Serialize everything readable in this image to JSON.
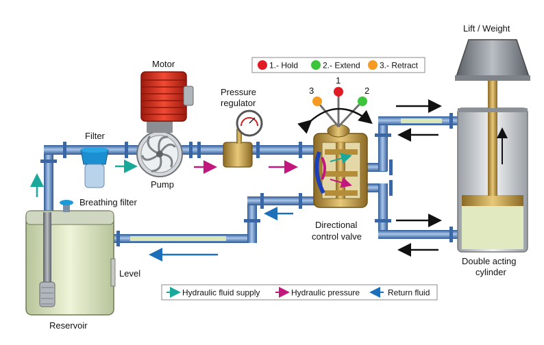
{
  "labels": {
    "motor": "Motor",
    "pressure_regulator_1": "Pressure",
    "pressure_regulator_2": "regulator",
    "filter": "Filter",
    "pump": "Pump",
    "breathing_filter": "Breathing filter",
    "level": "Level",
    "reservoir": "Reservoir",
    "directional_valve_1": "Directional",
    "directional_valve_2": "control valve",
    "lift_weight": "Lift / Weight",
    "cylinder_1": "Double acting",
    "cylinder_2": "cylinder",
    "lever_num_1": "1",
    "lever_num_2": "2",
    "lever_num_3": "3"
  },
  "state_legend": [
    {
      "label": "1.- Hold",
      "color": "#e01b24"
    },
    {
      "label": "2.- Extend",
      "color": "#3cc43c"
    },
    {
      "label": "3.- Retract",
      "color": "#f59a23"
    }
  ],
  "flow_legend": [
    {
      "label": "Hydraulic fluid supply",
      "color": "#1aa89a"
    },
    {
      "label": "Hydraulic pressure",
      "color": "#c2187e"
    },
    {
      "label": "Return fluid",
      "color": "#1c6fb8"
    }
  ],
  "colors": {
    "pipe": "#4f79b4",
    "pipe_light": "#9dbbe2",
    "fluid": "#d8e6b8",
    "brass": "#c8a04a",
    "motor_red": "#d42a1a"
  }
}
